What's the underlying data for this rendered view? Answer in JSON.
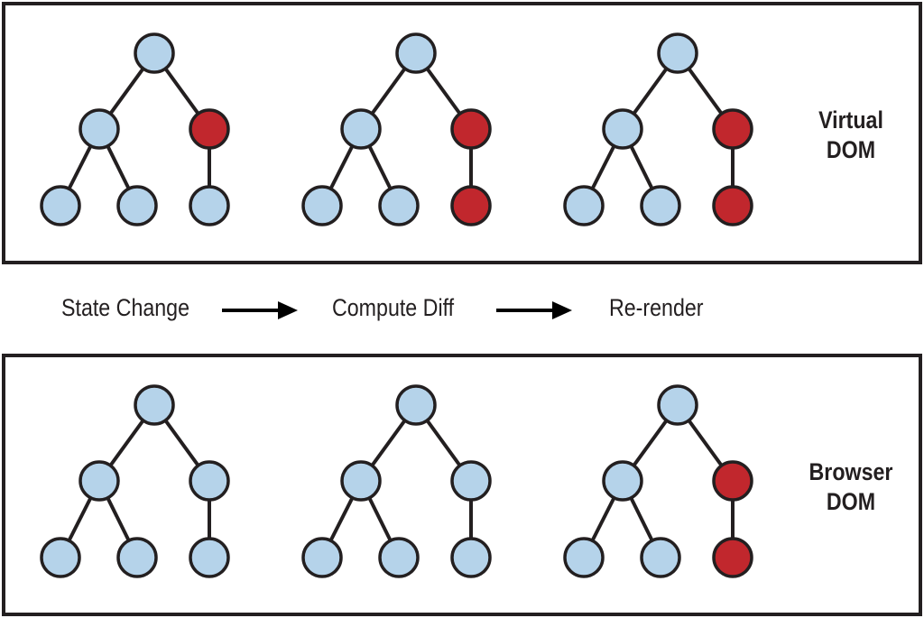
{
  "panels": {
    "virtual": {
      "label_line1": "Virtual",
      "label_line2": "DOM"
    },
    "browser": {
      "label_line1": "Browser",
      "label_line2": "DOM"
    }
  },
  "steps": [
    "State Change",
    "Compute Diff",
    "Re-render"
  ],
  "colors": {
    "node_default": "#b5d3ea",
    "node_changed": "#c1272d",
    "stroke": "#231f20"
  },
  "trees": {
    "virtual": [
      [
        "default",
        "default",
        "changed",
        "default",
        "default",
        "default"
      ],
      [
        "default",
        "default",
        "changed",
        "default",
        "default",
        "changed"
      ],
      [
        "default",
        "default",
        "changed",
        "default",
        "default",
        "changed"
      ]
    ],
    "browser": [
      [
        "default",
        "default",
        "default",
        "default",
        "default",
        "default"
      ],
      [
        "default",
        "default",
        "default",
        "default",
        "default",
        "default"
      ],
      [
        "default",
        "default",
        "changed",
        "default",
        "default",
        "changed"
      ]
    ]
  }
}
